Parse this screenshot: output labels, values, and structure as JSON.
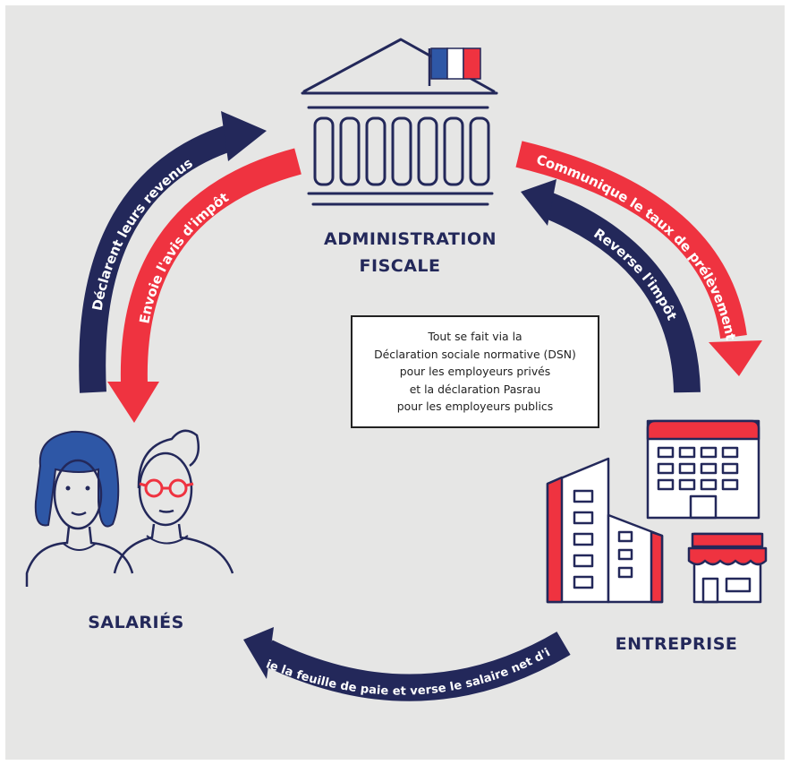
{
  "colors": {
    "red": "#ef3340",
    "navy": "#23285a",
    "background": "#e6e6e5",
    "flag_blue": "#2e57a6",
    "flag_white": "#ffffff",
    "flag_red": "#ef3340"
  },
  "nodes": {
    "administration": {
      "line1": "ADMINISTRATION",
      "line2": "FISCALE"
    },
    "employees": {
      "label": "SALARIÉS"
    },
    "company": {
      "label": "ENTREPRISE"
    }
  },
  "arrows": {
    "declare_income": "Déclarent leurs revenus",
    "send_tax_notice": "Envoie l'avis d'impôt",
    "communicate_rate": "Communique le taux de prélèvement",
    "pay_tax": "Reverse l'impôt",
    "payslip": "Envoie la feuille de paie et verse le salaire net d'impôt"
  },
  "info_box": {
    "lines": [
      "Tout se fait via la",
      "Déclaration sociale normative (DSN)",
      "pour les employeurs privés",
      "et la déclaration Pasrau",
      "pour les employeurs publics"
    ]
  }
}
